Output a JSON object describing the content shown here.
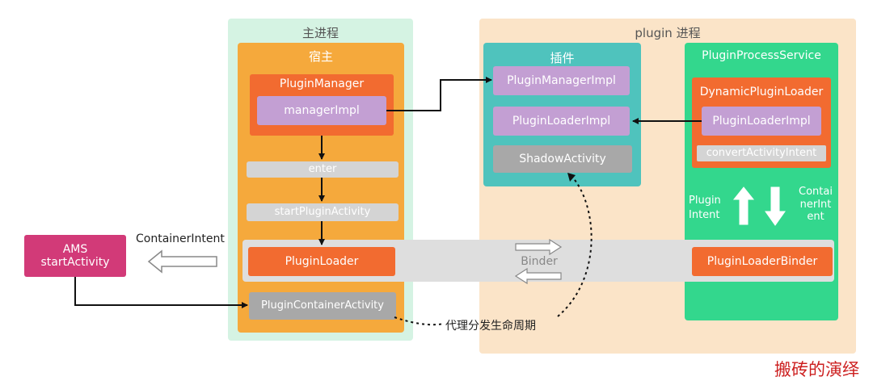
{
  "main_process": {
    "title": "主进程"
  },
  "host": {
    "title": "宿主",
    "plugin_manager": {
      "title": "PluginManager",
      "manager_impl": "managerImpl"
    },
    "enter": "enter",
    "start_plugin_activity": "startPluginActivity",
    "plugin_loader": "PluginLoader",
    "plugin_container_activity": "PluginContainerActivity"
  },
  "plugin_process": {
    "title": "plugin 进程",
    "plugin": {
      "title": "插件",
      "plugin_manager_impl": "PluginManagerImpl",
      "plugin_loader_impl": "PluginLoaderImpl",
      "shadow_activity": "ShadowActivity"
    },
    "plugin_process_service": {
      "title": "PluginProcessService",
      "dynamic_plugin_loader": {
        "title": "DynamicPluginLoader",
        "plugin_loader_impl": "PluginLoaderImpl",
        "convert_activity_intent": "convertActivityIntent"
      },
      "plugin_intent_line1": "Plugin",
      "plugin_intent_line2": "Intent",
      "container_intent_line1": "Contai",
      "container_intent_line2": "nerInt",
      "container_intent_line3": "ent",
      "plugin_loader_binder": "PluginLoaderBinder"
    }
  },
  "binder": {
    "label": "Binder"
  },
  "ams": {
    "line1": "AMS",
    "line2": "startActivity"
  },
  "container_intent_label": "ContainerIntent",
  "proxy_label": "代理分发生命周期",
  "watermark": "搬砖的演绎",
  "colors": {
    "main_process_bg": "#d5f3e3",
    "host_bg": "#f5a93c",
    "plugin_process_bg": "#fbe4c8",
    "plugin_bg": "#4fc3bd",
    "service_bg": "#33d78d",
    "orange_box": "#f26b30",
    "purple_box": "#c39fd3",
    "gray_box": "#a8a8a8",
    "light_gray": "#d4d4d4",
    "ams": "#d23a78",
    "watermark": "#cc1f1f"
  }
}
